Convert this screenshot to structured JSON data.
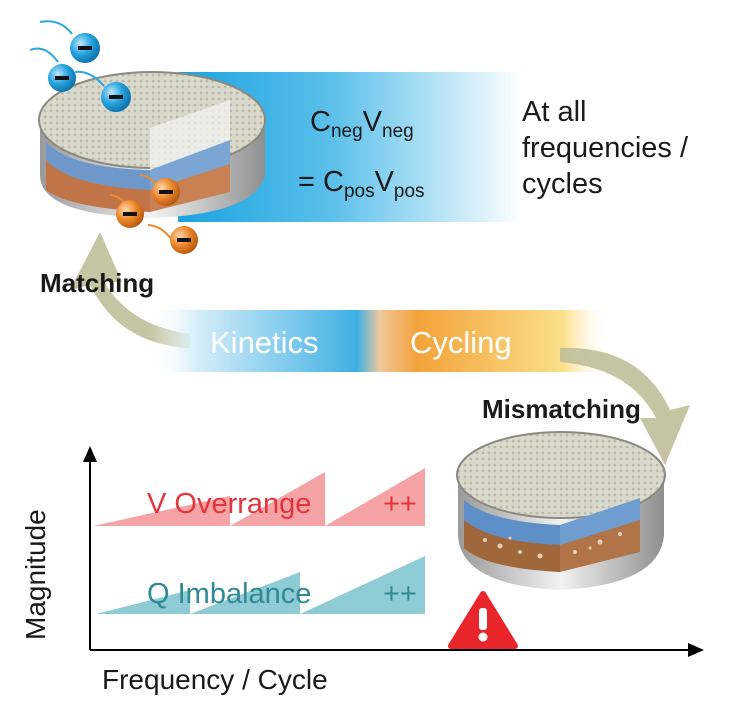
{
  "matching_label": "Matching",
  "mismatching_label": "Mismatching",
  "equation": {
    "line1_c": "C",
    "line1_c_sub": "neg",
    "line1_v": "V",
    "line1_v_sub": "neg",
    "line2_prefix": "= C",
    "line2_c_sub": "pos",
    "line2_v": "V",
    "line2_v_sub": "pos"
  },
  "condition_text": "At all frequencies / cycles",
  "bar": {
    "left_label": "Kinetics",
    "right_label": "Cycling"
  },
  "chart": {
    "v_overrange_label": "V Overrange",
    "v_overrange_plus": "++",
    "q_imbalance_label": "Q Imbalance",
    "q_imbalance_plus": "++",
    "x_axis_label": "Frequency / Cycle",
    "y_axis_label": "Magnitude"
  },
  "ion_charges": {
    "negative_electrode_ions": "−",
    "positive_electrode_ions": "−"
  },
  "colors": {
    "v_overrange": "#e4343d",
    "q_imbalance": "#2f8a96",
    "kinetics_blue": "#4fb6e6",
    "cycling_orange": "#f2a43a",
    "warning_red": "#e8262b",
    "arrow_khaki": "#bfbf99"
  },
  "icons": [
    "coin-cell-intact-icon",
    "coin-cell-degraded-icon",
    "anion-icon",
    "cation-icon",
    "warning-icon",
    "curved-arrow-icon"
  ]
}
